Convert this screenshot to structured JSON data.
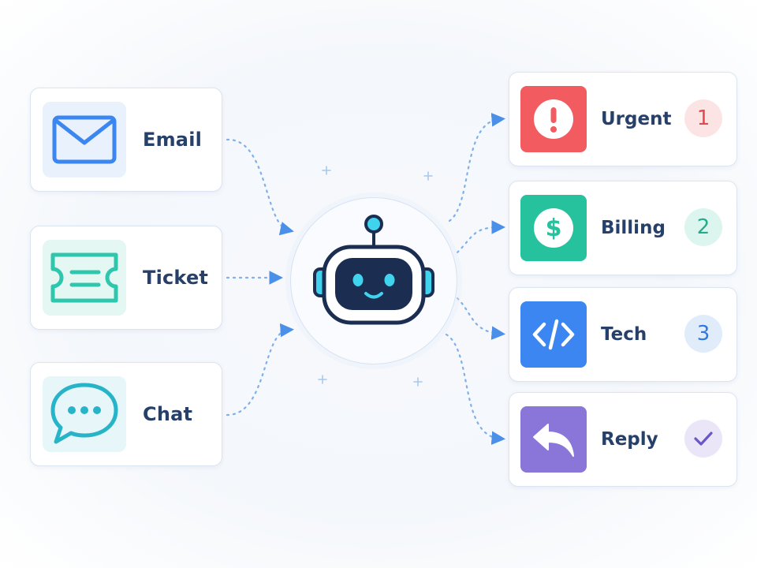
{
  "sources": [
    {
      "label": "Email",
      "icon": "mail-icon"
    },
    {
      "label": "Ticket",
      "icon": "ticket-icon"
    },
    {
      "label": "Chat",
      "icon": "chat-bubble-icon"
    }
  ],
  "hub": {
    "icon": "robot-icon"
  },
  "outputs": [
    {
      "label": "Urgent",
      "icon": "exclamation-icon",
      "badge": "1",
      "color": "#f25c60",
      "badge_bg": "#fde4e4",
      "badge_color": "#e4474c"
    },
    {
      "label": "Billing",
      "icon": "dollar-icon",
      "badge": "2",
      "color": "#25c29d",
      "badge_bg": "#dcf5ee",
      "badge_color": "#1fae8b"
    },
    {
      "label": "Tech",
      "icon": "code-icon",
      "badge": "3",
      "color": "#3b86f0",
      "badge_bg": "#e1ecfb",
      "badge_color": "#2f78e0"
    },
    {
      "label": "Reply",
      "icon": "reply-arrow-icon",
      "badge_icon": "checkmark-icon",
      "color": "#8a76d8",
      "badge_bg": "#ebe5f8",
      "badge_color": "#6c55c9"
    }
  ],
  "colors": {
    "card_border": "#dbe4f1",
    "label_text": "#27406a",
    "connector": "#7fb0ea",
    "email_blue": "#3b86f0",
    "ticket_teal": "#2ec7ae",
    "chat_teal": "#28b4c8",
    "robot_navy": "#1b2e52",
    "robot_cyan": "#3fd3ee"
  }
}
